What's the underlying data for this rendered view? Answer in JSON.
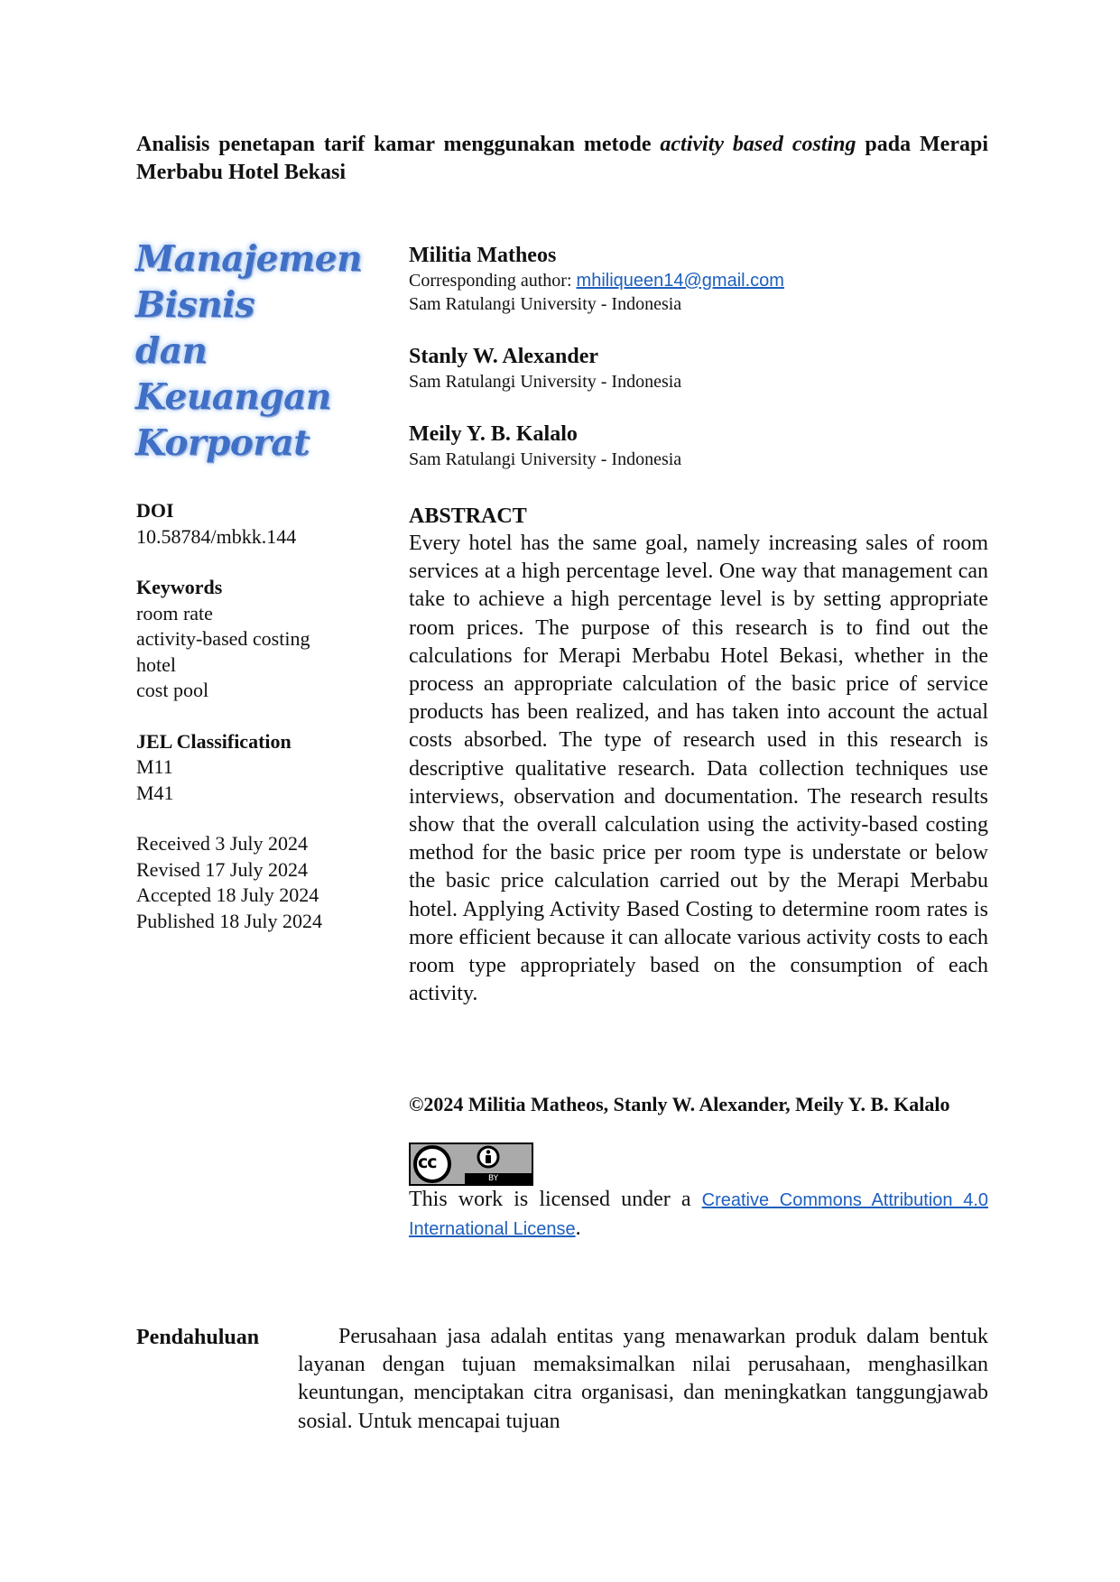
{
  "title": {
    "part1": "Analisis penetapan tarif kamar menggunakan metode ",
    "italic": "activity based costing",
    "part2": " pada Merapi Merbabu Hotel Bekasi"
  },
  "logo": {
    "lines": [
      "Manajemen",
      "Bisnis",
      "dan",
      "Keuangan",
      "Korporat"
    ]
  },
  "authors": [
    {
      "name": "Militia Matheos",
      "corresponding_label": "Corresponding author: ",
      "email": "mhiliqueen14@gmail.com",
      "affiliation": "Sam Ratulangi University - Indonesia"
    },
    {
      "name": "Stanly W. Alexander",
      "affiliation": "Sam Ratulangi University - Indonesia"
    },
    {
      "name": "Meily Y. B. Kalalo",
      "affiliation": "Sam Ratulangi University - Indonesia"
    }
  ],
  "meta": {
    "doi_label": "DOI",
    "doi": "10.58784/mbkk.144",
    "keywords_label": "Keywords",
    "keywords": [
      "room rate",
      "activity-based costing",
      "hotel",
      "cost pool"
    ],
    "jel_label": "JEL Classification",
    "jel": [
      "M11",
      "M41"
    ],
    "dates": [
      "Received 3 July 2024",
      "Revised 17 July 2024",
      "Accepted 18 July 2024",
      "Published 18 July 2024"
    ]
  },
  "abstract": {
    "heading": "ABSTRACT",
    "text": "Every hotel has the same goal, namely increasing sales of room services at a high percentage level. One way that management can take to achieve a high percentage level is by setting appropriate room prices. The purpose of this research is to find out the calculations for Merapi Merbabu Hotel Bekasi, whether in the process an appropriate calculation of the basic price of service products has been realized, and has taken into account the actual costs absorbed. The type of research used in this research is descriptive qualitative research. Data collection techniques use interviews, observation and documentation. The research results show that the overall calculation using the activity-based costing method for the basic price per room type is understate or below the basic price calculation carried out by the Merapi Merbabu hotel. Applying Activity Based Costing to determine room rates is more efficient because it can allocate various activity costs to each room type appropriately based on the consumption of each activity."
  },
  "copyright": "©2024 Militia Matheos, Stanly W. Alexander, Meily Y. B. Kalalo",
  "license": {
    "badge_cc": "cc",
    "badge_by": "BY",
    "prefix": "This work is licensed under a ",
    "link_text": "Creative Commons Attribution 4.0 International License",
    "suffix": "."
  },
  "intro": {
    "heading": "Pendahuluan",
    "text": "Perusahaan jasa adalah entitas yang menawarkan produk dalam bentuk layanan dengan tujuan memaksimalkan nilai perusahaan, menghasilkan keuntungan, menciptakan citra organisasi, dan meningkatkan tanggungjawab sosial. Untuk mencapai tujuan"
  }
}
